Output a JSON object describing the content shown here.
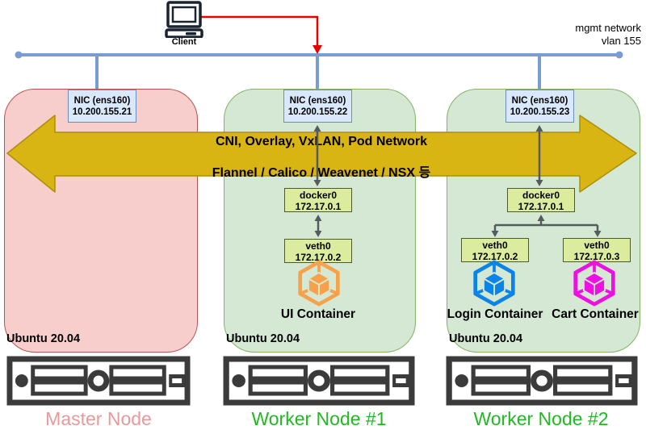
{
  "colors": {
    "master_fill": "#f8cecc",
    "master_border": "#b85450",
    "worker_fill": "#d5e8d4",
    "worker_border": "#82b366",
    "nic_fill": "#dae8fc",
    "nic_border": "#6c8ebf",
    "bridge_fill": "#dcec9e",
    "bridge_border": "#4a5b2c",
    "overlay_fill": "#d9b514",
    "overlay_border": "#ac8f08",
    "network_line": "#7a9cd4",
    "red_link": "#e60000",
    "connector": "#545b5e",
    "master_label": "#ea9999",
    "worker_label": "#21b821",
    "container_ui": "#f7a24a",
    "container_login": "#0a84e8",
    "container_cart": "#ee10e0",
    "server_icon": "#3b3b3b",
    "client_icon": "#1a2430"
  },
  "client": {
    "label": "Client"
  },
  "network": {
    "label_line1": "mgmt network",
    "label_line2": "vlan 155"
  },
  "overlay": {
    "line1": "CNI, Overlay, VxLAN, Pod Network",
    "line2": "Flannel / Calico / Weavenet / NSX 등"
  },
  "nodes": {
    "master": {
      "name": "Master Node",
      "os": "Ubuntu 20.04",
      "nic_label": "NIC (ens160)",
      "nic_ip": "10.200.155.21"
    },
    "worker1": {
      "name": "Worker Node #1",
      "os": "Ubuntu 20.04",
      "nic_label": "NIC (ens160)",
      "nic_ip": "10.200.155.22",
      "bridge_label": "docker0",
      "bridge_ip": "172.17.0.1",
      "veth_label": "veth0",
      "veth_ip": "172.17.0.2",
      "container": "UI Container"
    },
    "worker2": {
      "name": "Worker Node #2",
      "os": "Ubuntu 20.04",
      "nic_label": "NIC (ens160)",
      "nic_ip": "10.200.155.23",
      "bridge_label": "docker0",
      "bridge_ip": "172.17.0.1",
      "veth1_label": "veth0",
      "veth1_ip": "172.17.0.2",
      "veth2_label": "veth0",
      "veth2_ip": "172.17.0.3",
      "container1": "Login Container",
      "container2": "Cart Container"
    }
  }
}
